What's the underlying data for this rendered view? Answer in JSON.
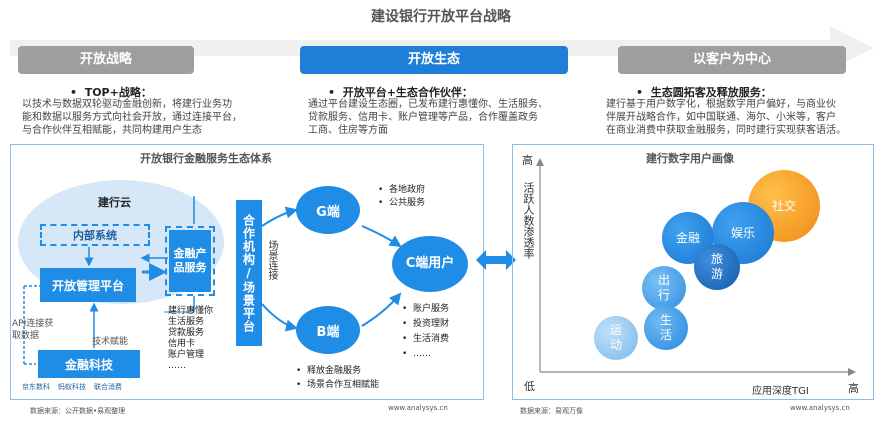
{
  "title": "建设银行开放平台战略",
  "columns": [
    {
      "pill": "开放战略",
      "head": "TOP+战略：",
      "desc": [
        "以技术与数据双轮驱动金融创新，将建行业务功",
        "能和数据以服务方式向社会开放，通过连接平台，",
        "与合作伙伴互相赋能，共同构建用户生态"
      ]
    },
    {
      "pill": "开放生态",
      "head": "开放平台+生态合作伙伴：",
      "desc": [
        "通过平台建设生态圈，已发布建行惠懂你、生活服务、",
        "贷款服务、信用卡、账户管理等产品，合作覆盖政务",
        "工商、住房等方面"
      ]
    },
    {
      "pill": "以客户为中心",
      "head": "生态圆拓客及释放服务：",
      "desc": [
        "建行基于用户数字化，根据数字用户偏好，与商业伙",
        "伴展开战略合作，如中国联通、海尔、小米等，客户",
        "在商业消费中获取金融服务，同时建行实现获客语活。"
      ]
    }
  ],
  "left_panel": {
    "title": "开放银行金融服务生态体系",
    "cloud": "建行云",
    "internal": "内部系统",
    "platform": "开放管理平台",
    "fintech": "金融科技",
    "products": "金融产品服务",
    "partners": "合作机构/场景平台",
    "scene_link": "场景连接",
    "api_label": "API连接获取数据",
    "tech_label": "技术赋能",
    "product_list": [
      "建行惠懂你",
      "生活服务",
      "贷款服务",
      "信用卡",
      "账户管理",
      "……"
    ],
    "g_node": "G端",
    "b_node": "B端",
    "c_node": "C端用户",
    "g_list": [
      "各地政府",
      "公共服务"
    ],
    "b_list": [
      "释放金融服务",
      "场景合作互相赋能"
    ],
    "c_list": [
      "账户服务",
      "投资理财",
      "生活消费",
      "……"
    ],
    "logos": [
      "京东数科",
      "蚂蚁科技",
      "联合消费"
    ],
    "source": "数据来源：公开数据•易观整理",
    "site": "www.analysys.cn"
  },
  "right_panel": {
    "title": "建行数字用户画像",
    "y_axis": "活跃人数渗透率",
    "y_high": "高",
    "y_low": "低",
    "x_axis": "应用深度TGI",
    "x_high": "高",
    "bubbles": [
      "社交",
      "娱乐",
      "金融",
      "旅游",
      "出行",
      "生活",
      "运动"
    ],
    "source": "数据来源：易观万像",
    "site": "www.analysys.cn"
  },
  "colors": {
    "blue": "#1f8ce6",
    "grey": "#9e9e9e",
    "orange": "#f39a1e"
  }
}
